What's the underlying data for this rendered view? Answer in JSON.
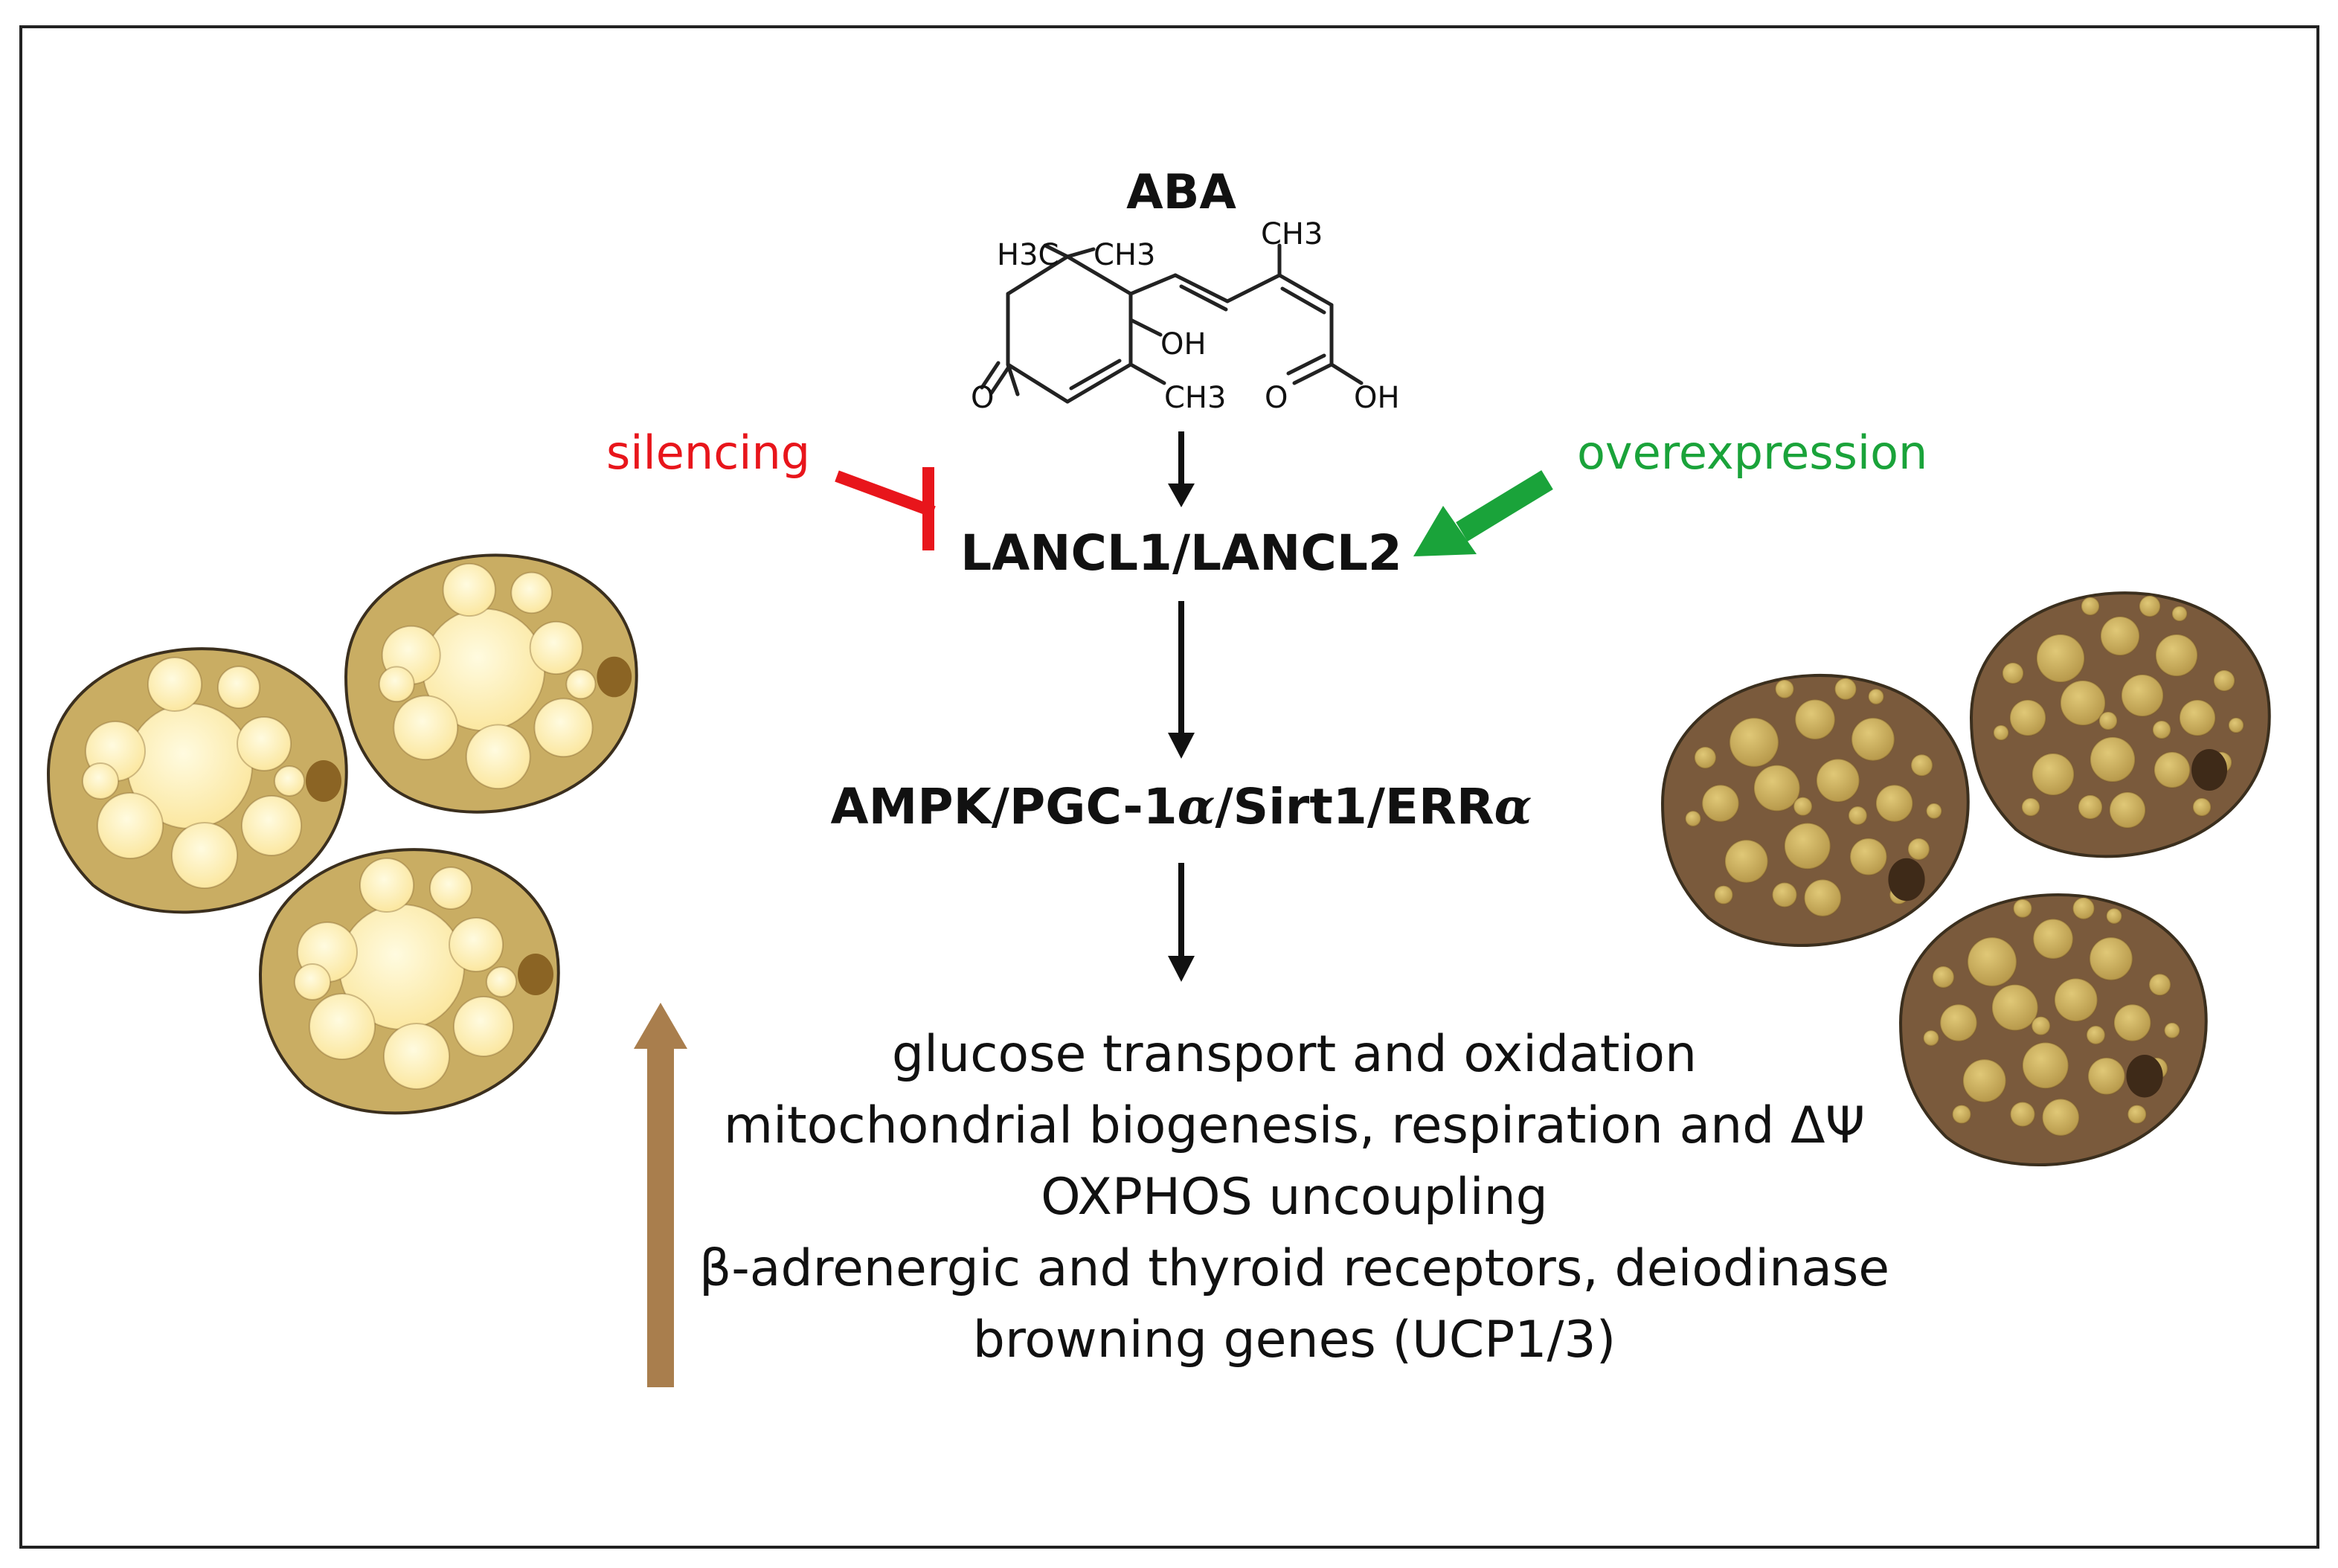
{
  "molecule": {
    "name": "ABA",
    "labels": {
      "h3c": "H3C",
      "ch3_top": "CH3",
      "ch3_chain": "CH3",
      "oh_ring": "OH",
      "ch3_ring": "CH3",
      "o_ketone": "O",
      "o_acid": "O",
      "oh_acid": "OH"
    }
  },
  "modulators": {
    "silencing": {
      "label": "silencing",
      "color": "#e8151b"
    },
    "overexpression": {
      "label": "overexpression",
      "color": "#1aa33a"
    }
  },
  "pathway": {
    "receptor": "LANCL1/LANCL2",
    "signaling_prefix": "AMPK/PGC-1",
    "signaling_alpha1": "α",
    "signaling_mid": "/Sirt1/ERR",
    "signaling_alpha2": "α"
  },
  "outcomes": [
    "glucose transport and oxidation",
    "mitochondrial biogenesis, respiration and ΔΨ",
    "OXPHOS uncoupling",
    "β-adrenergic and thyroid receptors, deiodinase",
    "browning genes (UCP1/3)"
  ],
  "colors": {
    "white_adipocyte_fill": "#c9ad63",
    "white_adipocyte_droplet": "#fff1b0",
    "brown_adipocyte_fill": "#7a5a3c",
    "brown_adipocyte_droplet": "#c8ab5a",
    "browning_arrow": "#a97e4d",
    "frame": "#222222"
  },
  "icons": {
    "inhibit": "inhibition-bar-icon",
    "activate": "activation-arrow-icon"
  }
}
